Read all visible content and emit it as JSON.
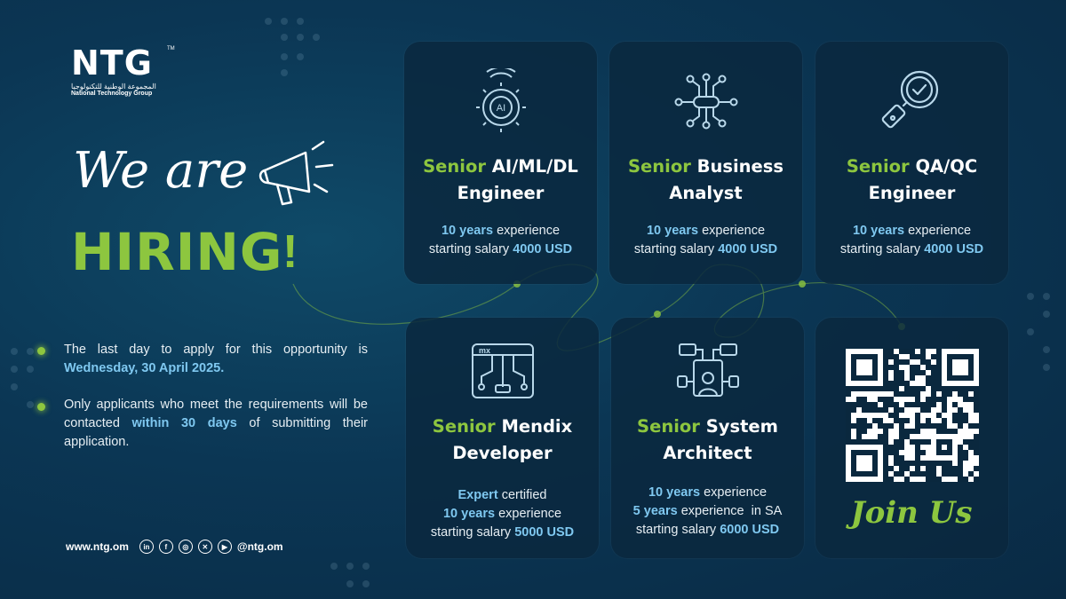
{
  "brand": {
    "logo_text": "NTG",
    "logo_tm": "TM",
    "logo_arabic": "المجموعة الوطنية للتكنولوجيا",
    "logo_english": "National Technology Group"
  },
  "headline": {
    "we_are": "We are",
    "hiring": "HIRING",
    "bang": "!"
  },
  "info": {
    "line1_prefix": "The last day to apply for this opportunity is",
    "line1_deadline": "Wednesday, 30 April 2025.",
    "line2_prefix": "Only applicants who meet the requirements will be contacted",
    "line2_highlight": "within 30 days",
    "line2_suffix": "of submitting their application."
  },
  "footer": {
    "website": "www.ntg.om",
    "handle": "@ntg.om",
    "social_icons": [
      "linkedin-icon",
      "facebook-icon",
      "instagram-icon",
      "x-icon",
      "youtube-icon"
    ]
  },
  "cards": [
    {
      "senior": "Senior",
      "title_rest": "AI/ML/DL",
      "title_line2": "Engineer",
      "icon": "ai-gear-icon",
      "l1_hl": "10 years",
      "l1_rest": "experience",
      "l2_rest": "starting salary",
      "l2_hl": "4000 USD"
    },
    {
      "senior": "Senior",
      "title_rest": "Business",
      "title_line2": "Analyst",
      "icon": "network-nodes-icon",
      "l1_hl": "10 years",
      "l1_rest": "experience",
      "l2_rest": "starting salary",
      "l2_hl": "4000 USD"
    },
    {
      "senior": "Senior",
      "title_rest": "QA/QC",
      "title_line2": "Engineer",
      "icon": "magnifier-check-icon",
      "l1_hl": "10 years",
      "l1_rest": "experience",
      "l2_rest": "starting salary",
      "l2_hl": "4000 USD"
    },
    {
      "senior": "Senior",
      "title_rest": "Mendix",
      "title_line2": "Developer",
      "icon": "mendix-window-icon",
      "l0_hl": "Expert",
      "l0_rest": "certified",
      "l1_hl": "10 years",
      "l1_rest": "experience",
      "l2_rest": "starting salary",
      "l2_hl": "5000 USD"
    },
    {
      "senior": "Senior",
      "title_rest": "System",
      "title_line2": "Architect",
      "icon": "system-architecture-icon",
      "l0_hl": "10 years",
      "l0_rest": "experience",
      "l1_hl": "5 years",
      "l1_rest": "experience  in SA",
      "l2_rest": "starting salary",
      "l2_hl": "6000 USD"
    }
  ],
  "join": {
    "label": "Join Us"
  },
  "colors": {
    "accent_green": "#8dc63f",
    "highlight_blue": "#7fc8f0",
    "background": "#0b3654",
    "card": "#0a283e"
  }
}
